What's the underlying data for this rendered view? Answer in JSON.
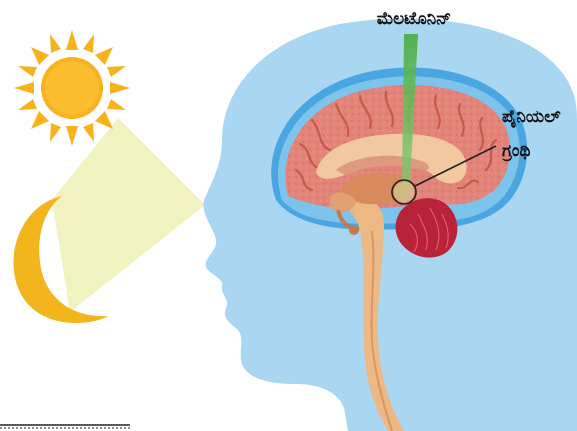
{
  "labels": {
    "melatonin": "ಮೆಲಟೊನಿನ್",
    "pineal_line1": "ಪೈನಿಯಲ್",
    "pineal_line2": "ಗ್ರಂಥಿ"
  },
  "icons": {
    "sun": "sun-icon",
    "moon": "crescent-moon-icon"
  },
  "colors": {
    "sun": "#f9b21d",
    "moon": "#f3b51c",
    "light_beam": "#eef2b8",
    "head": "#a9d6f1",
    "head_outline": "#8ccbf0",
    "skull_fluid": "#4aa6e0",
    "brain": "#e28479",
    "brain_dark": "#c65a4c",
    "cerebellum": "#b8233a",
    "spine": "#ecb884",
    "melatonin_beam": "#5cbf55"
  }
}
